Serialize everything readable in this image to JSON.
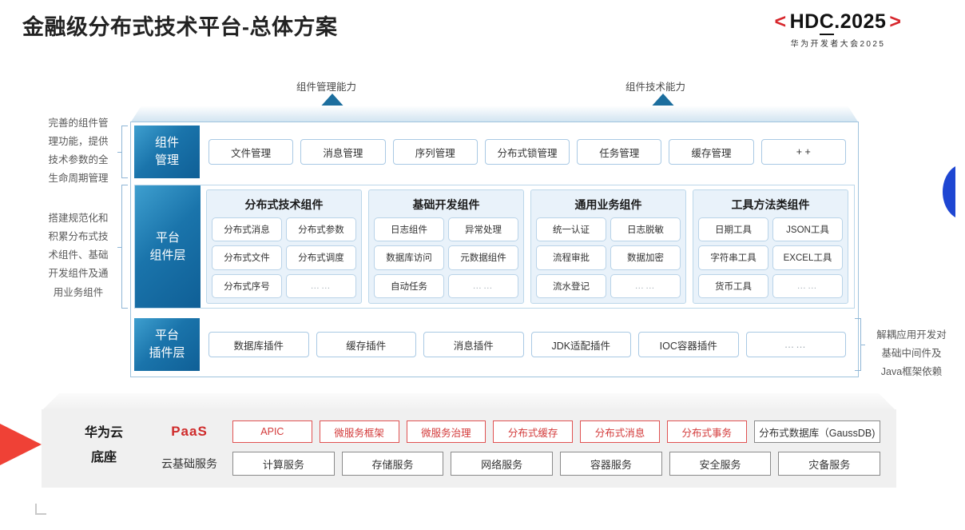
{
  "header": {
    "title": "金融级分布式技术平台-总体方案",
    "logo": {
      "left_bracket": "<",
      "main": "HDC.2025",
      "main_prefix": "HD",
      "main_underlined": "C",
      "main_suffix": ".2025",
      "right_bracket": ">",
      "subtitle": "华为开发者大会2025"
    }
  },
  "callouts": {
    "arrow_left_label": "组件管理能力",
    "arrow_right_label": "组件技术能力"
  },
  "side_notes": {
    "left_top": "完善的组件管\n理功能，提供\n技术参数的全\n生命周期管理",
    "left_top_lines": [
      "完善的组件管",
      "理功能，提供",
      "技术参数的全",
      "生命周期管理"
    ],
    "left_bottom_lines": [
      "搭建规范化和",
      "积累分布式技",
      "术组件、基础",
      "开发组件及通",
      "用业务组件"
    ],
    "right_lines": [
      "解耦应用开发对",
      "基础中间件及",
      "Java框架依赖"
    ]
  },
  "layers": {
    "management": {
      "label_lines": [
        "组件",
        "管理"
      ],
      "tiles": [
        "文件管理",
        "消息管理",
        "序列管理",
        "分布式锁管理",
        "任务管理",
        "缓存管理",
        "+ +"
      ]
    },
    "platform": {
      "label_lines": [
        "平台",
        "组件层"
      ],
      "groups": [
        {
          "title": "分布式技术组件",
          "items": [
            "分布式消息",
            "分布式参数",
            "分布式文件",
            "分布式调度",
            "分布式序号",
            "……"
          ]
        },
        {
          "title": "基础开发组件",
          "items": [
            "日志组件",
            "异常处理",
            "数据库访问",
            "元数据组件",
            "自动任务",
            "……"
          ]
        },
        {
          "title": "通用业务组件",
          "items": [
            "统一认证",
            "日志脱敏",
            "流程审批",
            "数据加密",
            "流水登记",
            "……"
          ]
        },
        {
          "title": "工具方法类组件",
          "items": [
            "日期工具",
            "JSON工具",
            "字符串工具",
            "EXCEL工具",
            "货币工具",
            "……"
          ]
        }
      ]
    },
    "plugin": {
      "label_lines": [
        "平台",
        "插件层"
      ],
      "tiles": [
        "数据库插件",
        "缓存插件",
        "消息插件",
        "JDK适配插件",
        "IOC容器插件",
        "……"
      ]
    }
  },
  "base": {
    "brand_lines": [
      "华为云",
      "底座"
    ],
    "paas": {
      "label": "PaaS",
      "chips": [
        "APIC",
        "微服务框架",
        "微服务治理",
        "分布式缓存",
        "分布式消息",
        "分布式事务"
      ],
      "neutral_chip": "分布式数据库（GaussDB)"
    },
    "infra": {
      "label": "云基础服务",
      "chips": [
        "计算服务",
        "存储服务",
        "网络服务",
        "容器服务",
        "安全服务",
        "灾备服务"
      ]
    }
  },
  "colors": {
    "brand_red": "#d7262c",
    "layer_blue": "#1a74ab",
    "arrow_blue": "#1c6e9e",
    "paas_red": "#cf2b2b",
    "wedge_red": "#ef4136",
    "lens_blue": "#1e46d2"
  }
}
